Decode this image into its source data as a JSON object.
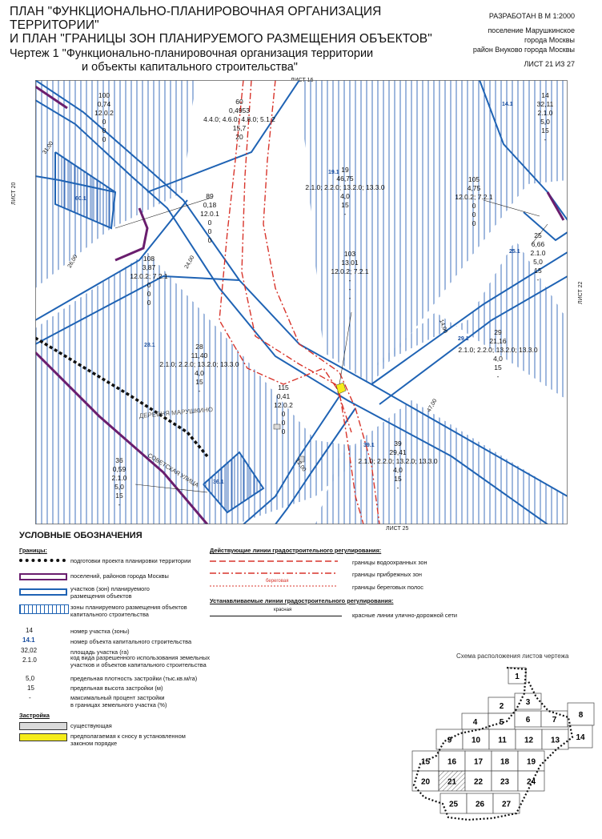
{
  "header": {
    "title_line1": "ПЛАН \"ФУНКЦИОНАЛЬНО-ПЛАНИРОВОЧНАЯ ОРГАНИЗАЦИЯ ТЕРРИТОРИИ\"",
    "title_line2": "И ПЛАН \"ГРАНИЦЫ ЗОН ПЛАНИРУЕМОГО РАЗМЕЩЕНИЯ ОБЪЕКТОВ\"",
    "title_line3": "Чертеж 1 \"Функционально-планировочная организация территории",
    "title_line4": "и объекты капитального строительства\"",
    "scale": "РАЗРАБОТАН В М 1:2000",
    "place1": "поселение Марушкинское",
    "place2": "города Москвы",
    "place3": "район Внуково города Москвы",
    "sheet": "ЛИСТ 21 ИЗ 27"
  },
  "sheet_refs": {
    "top": "ЛИСТ 16",
    "bottom": "ЛИСТ 25",
    "left": "ЛИСТ 20",
    "right": "ЛИСТ 22"
  },
  "map": {
    "road_widths": [
      "31,00",
      "26,00",
      "24,00",
      "12,00",
      "14,00",
      "47,00"
    ],
    "village": "ДЕРЕВНЯ МАРУШКИНО",
    "street": "СОВЕТСКАЯ УЛИЦА",
    "zones": [
      "60.1",
      "19.1",
      "14.1",
      "25.1",
      "28.1",
      "29.1",
      "39.1",
      "36.1"
    ],
    "parcels": [
      {
        "lines": [
          "100",
          "0,74",
          "12.0.2",
          "0",
          "0",
          "0"
        ]
      },
      {
        "lines": [
          "60",
          "0,4953",
          "4.4.0; 4.6.0; 4.8.0; 5.1.2",
          "15,7",
          "20",
          "-"
        ]
      },
      {
        "lines": [
          "19",
          "46,75",
          "2.1.0; 2.2.0; 13.2.0; 13.3.0",
          "4,0",
          "15",
          "-"
        ]
      },
      {
        "lines": [
          "14",
          "32,11",
          "2.1.0",
          "5,0",
          "15",
          "-"
        ]
      },
      {
        "lines": [
          "89",
          "0,18",
          "12.0.1",
          "0",
          "0",
          "0"
        ]
      },
      {
        "lines": [
          "105",
          "4,75",
          "12.0.2; 7.2.1",
          "0",
          "0",
          "0"
        ]
      },
      {
        "lines": [
          "108",
          "3,87",
          "12.0.2; 7.2.1",
          "0",
          "0",
          "0"
        ]
      },
      {
        "lines": [
          "25",
          "6,66",
          "2.1.0",
          "5,0",
          "15",
          "-"
        ]
      },
      {
        "lines": [
          "103",
          "13,01",
          "12.0.2; 7.2.1",
          "-",
          "-",
          "-"
        ]
      },
      {
        "lines": [
          "28",
          "11,40",
          "2.1.0; 2.2.0; 13.2.0; 13.3.0",
          "4,0",
          "15",
          "-"
        ]
      },
      {
        "lines": [
          "29",
          "21,16",
          "2.1.0; 2.2.0; 13.2.0; 13.3.0",
          "4,0",
          "15",
          "-"
        ]
      },
      {
        "lines": [
          "115",
          "0,41",
          "12.0.2",
          "0",
          "0",
          "0"
        ]
      },
      {
        "lines": [
          "39",
          "29,41",
          "2.1.0; 2.2.0; 13.2.0; 13.3.0",
          "4,0",
          "15",
          "-"
        ]
      },
      {
        "lines": [
          "36",
          "0,59",
          "2.1.0",
          "5,0",
          "15",
          "-"
        ]
      }
    ]
  },
  "legend": {
    "title": "УСЛОВНЫЕ ОБОЗНАЧЕНИЯ",
    "borders_title": "Границы:",
    "b1": "подготовки проекта планировки территории",
    "b2": "поселений, районов города Москвы",
    "b3a": "участков (зон) планируемого",
    "b3b": "размещения объектов",
    "b4a": "зоны планируемого размещения объектов",
    "b4b": "капитального строительства",
    "n1": "14",
    "n1t": "номер участка (зоны)",
    "n2": "14.1",
    "n2t": "номер объекта капитального строительства",
    "n3": "32,02",
    "n3t": "площадь участка (га)",
    "n4": "2.1.0",
    "n4ta": "код вида разрешенного использования земельных",
    "n4tb": "участков и объектов капитального строительства",
    "n5": "5,0",
    "n5t": "предельная плотность застройки (тыс.кв.м/га)",
    "n6": "15",
    "n6t": "предельная высота застройки (м)",
    "n7": "-",
    "n7ta": "максимальный процент застройки",
    "n7tb": "в границах земельного участка (%)",
    "build_title": "Застройка",
    "build1": "существующая",
    "build2a": "предполагаемая к сносу в установленном",
    "build2b": "законом порядке",
    "reg_title": "Действующие линии градостроительного регулирования:",
    "reg1": "границы водоохранных зон",
    "reg2": "границы прибрежных зон",
    "reg3_tag": "береговая",
    "reg3": "границы береговых полос",
    "new_title": "Устанавливаемые линии градостроительного регулирования:",
    "new1_tag": "красная",
    "new1": "красные линии улично-дорожной сети"
  },
  "scheme": {
    "title": "Схема расположения листов чертежа",
    "cells": [
      "1",
      "2",
      "3",
      "4",
      "5",
      "6",
      "7",
      "8",
      "9",
      "10",
      "11",
      "12",
      "13",
      "14",
      "15",
      "16",
      "17",
      "18",
      "19",
      "20",
      "21",
      "22",
      "23",
      "24",
      "25",
      "26",
      "27"
    ]
  },
  "colors": {
    "blue": "#1f63b4",
    "purple": "#6a1e6e",
    "red": "#d8342b",
    "yellow": "#f5ec1a",
    "grey": "#dadada"
  }
}
